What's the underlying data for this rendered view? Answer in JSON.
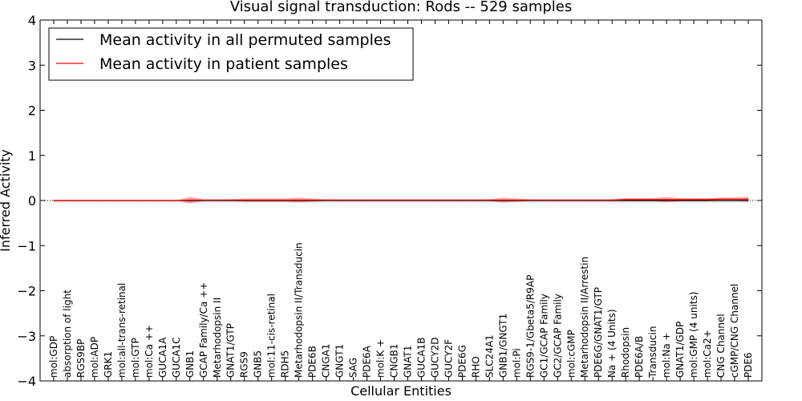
{
  "chart_data": {
    "type": "line",
    "title": "Visual signal transduction: Rods -- 529 samples",
    "xlabel": "Cellular Entities",
    "ylabel": "Inferred Activity",
    "ylim": [
      -4,
      4
    ],
    "yticks": [
      4,
      3,
      2,
      1,
      0,
      -1,
      -2,
      -3,
      -4
    ],
    "yticklabels": [
      "4",
      "3",
      "2",
      "1",
      "0",
      "−1",
      "−2",
      "−3",
      "−4"
    ],
    "grid": false,
    "legend_position": "top-left",
    "categories": [
      "mol:GDP",
      "absorption of light",
      "RGS9BP",
      "mol:ADP",
      "GRK1",
      "mol:all-trans-retinal",
      "mol:GTP",
      "mol:Ca ++",
      "GUCA1A",
      "GUCA1C",
      "GNB1",
      "GCAP Family/Ca ++",
      "Metarhodopsin II",
      "GNAT1/GTP",
      "RGS9",
      "GNB5",
      "mol:11-cis-retinal",
      "RDH5",
      "Metarhodopsin II/Transducin",
      "PDE6B",
      "CNGA1",
      "GNGT1",
      "SAG",
      "PDE6A",
      "mol:K +",
      "CNGB1",
      "GNAT1",
      "GUCA1B",
      "GUCY2D",
      "GUCY2F",
      "PDE6G",
      "RHO",
      "SLC24A1",
      "GNB1/GNGT1",
      "mol:Pi",
      "RGS9-1/Gbeta5/R9AP",
      "GC1/GCAP Family",
      "GC2/GCAP Family",
      "mol:cGMP",
      "Metarhodopsin II/Arrestin",
      "PDE6G/GNAT1/GTP",
      "Na + (4 Units)",
      "Rhodopsin",
      "PDE6A/B",
      "Transducin",
      "mol:Na +",
      "GNAT1/GDP",
      "mol:GMP (4 units)",
      "mol:Ca2+",
      "CNG Channel",
      "cGMP/CNG Channel",
      "PDE6"
    ],
    "series": [
      {
        "name": "Mean activity in all permuted samples",
        "color": "#000000",
        "values": [
          0,
          0,
          0,
          0,
          0,
          0,
          0,
          0,
          0,
          0,
          0,
          0,
          0,
          0,
          0,
          0,
          0,
          0,
          0,
          0,
          0,
          0,
          0,
          0,
          0,
          0,
          0,
          0,
          0,
          0,
          0,
          0,
          0,
          0,
          0,
          0,
          0,
          0,
          0,
          0,
          0,
          0,
          0,
          0,
          0,
          0,
          0,
          0,
          0,
          0,
          0,
          0
        ]
      },
      {
        "name": "Mean activity in patient samples",
        "color": "#ff0000",
        "values": [
          0,
          0,
          0,
          0,
          0,
          0,
          0,
          0,
          0,
          0,
          0.01,
          0.01,
          0.01,
          0.01,
          0.01,
          0.01,
          0.01,
          0.01,
          0.01,
          0.01,
          0.01,
          0.01,
          0.01,
          0.01,
          0.01,
          0.01,
          0.01,
          0.01,
          0.01,
          0.01,
          0.01,
          0.01,
          0.01,
          0.01,
          0.01,
          0.01,
          0.01,
          0.01,
          0.01,
          0.01,
          0.01,
          0.01,
          0.02,
          0.02,
          0.02,
          0.02,
          0.02,
          0.02,
          0.02,
          0.03,
          0.03,
          0.03
        ]
      }
    ]
  }
}
